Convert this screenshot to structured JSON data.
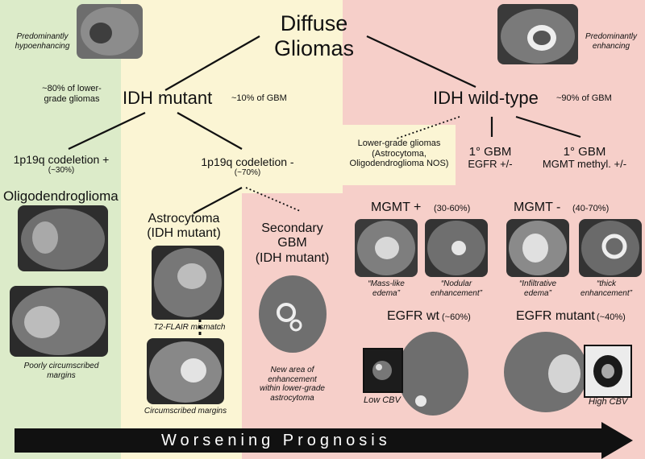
{
  "colors": {
    "green_zone": "#dcebc9",
    "yellow_zone": "#fbf5d4",
    "red_zone": "#f6cfc9",
    "arrow": "#111111"
  },
  "root": {
    "title_line1": "Diffuse",
    "title_line2": "Gliomas"
  },
  "idh_mutant": {
    "title": "IDH mutant",
    "lgg_note_line1": "~80% of lower-",
    "lgg_note_line2": "grade gliomas",
    "gbm_note": "~10% of GBM",
    "image_caption_line1": "Predominantly",
    "image_caption_line2": "hypoenhancing"
  },
  "idh_wildtype": {
    "title": "IDH wild-type",
    "gbm_note": "~90% of GBM",
    "image_caption_line1": "Predominantly",
    "image_caption_line2": "enhancing",
    "lower_grade_line1": "Lower-grade gliomas",
    "lower_grade_line2": "(Astrocytoma,",
    "lower_grade_line3": "Oligodendroglioma NOS)",
    "gbm_egfr_line1": "1° GBM",
    "gbm_egfr_line2": "EGFR +/-",
    "gbm_mgmt_line1": "1° GBM",
    "gbm_mgmt_line2": "MGMT methyl. +/-"
  },
  "codel_pos": {
    "title": "1p19q codeletion +",
    "pct": "(~30%)"
  },
  "codel_neg": {
    "title": "1p19q codeletion -",
    "pct": "(~70%)"
  },
  "oligodendroglioma": {
    "title": "Oligodendroglioma",
    "caption_line1": "Poorly circumscribed",
    "caption_line2": "margins"
  },
  "astrocytoma": {
    "title_line1": "Astrocytoma",
    "title_line2": "(IDH mutant)",
    "caption_mismatch": "T2-FLAIR mismatch",
    "caption_margins": "Circumscribed margins"
  },
  "secondary_gbm": {
    "title_line1": "Secondary",
    "title_line2": "GBM",
    "title_line3": "(IDH mutant)",
    "caption_line1": "New area of",
    "caption_line2": "enhancement",
    "caption_line3": "within lower-grade",
    "caption_line4": "astrocytoma"
  },
  "mgmt_pos": {
    "title": "MGMT +",
    "pct": "(30-60%)",
    "caption1_line1": "“Mass-like",
    "caption1_line2": "edema”",
    "caption2_line1": "“Nodular",
    "caption2_line2": "enhancement”"
  },
  "mgmt_neg": {
    "title": "MGMT -",
    "pct": "(40-70%)",
    "caption1_line1": "“Infiltrative",
    "caption1_line2": "edema”",
    "caption2_line1": "“thick",
    "caption2_line2": "enhancement”"
  },
  "egfr_wt": {
    "title": "EGFR wt",
    "pct": "(~60%)",
    "caption": "Low CBV"
  },
  "egfr_mut": {
    "title": "EGFR mutant",
    "pct": "(~40%)",
    "caption": "High CBV"
  },
  "prognosis": {
    "label": "Worsening Prognosis"
  }
}
